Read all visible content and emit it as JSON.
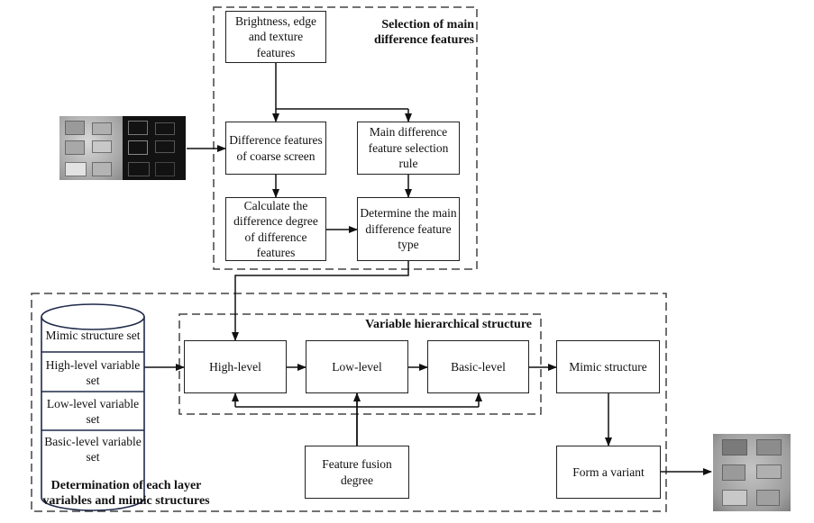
{
  "groups": {
    "selection": "Selection of main difference features",
    "determination": "Determination of each layer variables and mimic structures",
    "hierarchical": "Variable hierarchical structure"
  },
  "boxes": {
    "brightness": "Brightness, edge and texture features",
    "coarse_screen": "Difference features of coarse screen",
    "selection_rule": "Main difference feature selection rule",
    "calculate_degree": "Calculate the difference degree of difference features",
    "determine_type": "Determine the main difference feature type",
    "high_level": "High-level",
    "low_level": "Low-level",
    "basic_level": "Basic-level",
    "mimic_structure": "Mimic structure",
    "fusion_degree": "Feature fusion degree",
    "form_variant": "Form a variant"
  },
  "cylinder": {
    "sections": [
      "Mimic structure set",
      "High-level variable set",
      "Low-level variable set",
      "Basic-level variable set"
    ]
  },
  "images": {
    "input": "building-visible-and-infrared-image-pair",
    "output": "fused-building-variant-image"
  },
  "colors": {
    "line": "#222222",
    "dash": "#444444",
    "cylinder_outline": "#1f2a4a"
  }
}
